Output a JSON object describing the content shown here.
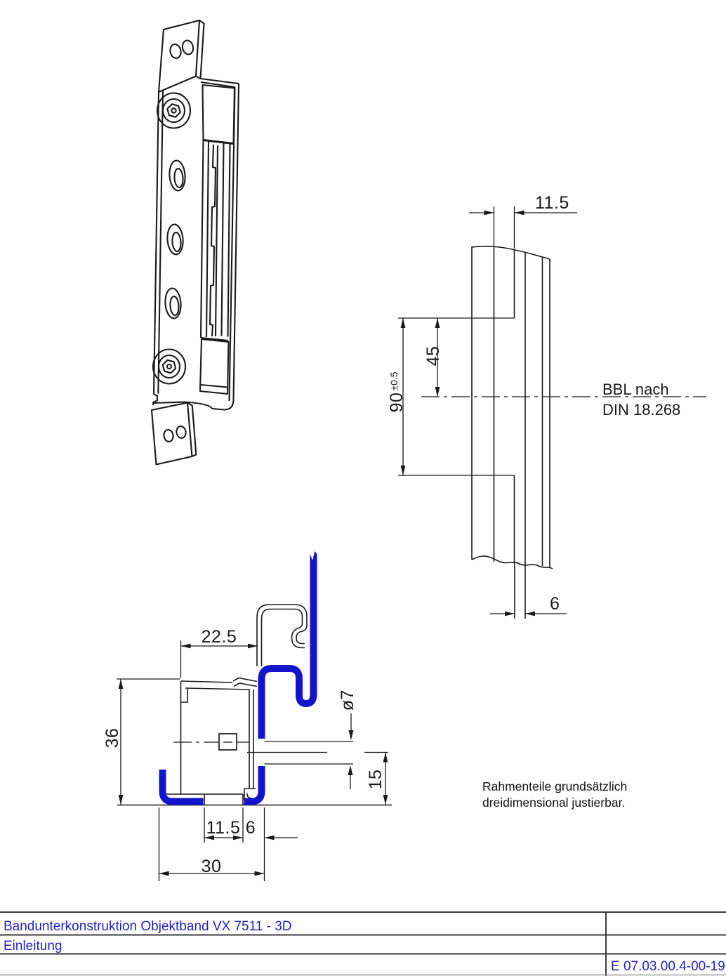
{
  "colors": {
    "line": "#1a1a1a",
    "blue": "#1414cd",
    "textblue": "#2222c8",
    "note": "#111111"
  },
  "right_view": {
    "dim_top": "11.5",
    "dim_height": "90",
    "dim_height_tol": "±0.5",
    "dim_inner": "45",
    "dim_bottom": "6",
    "ref_line1": "BBL nach",
    "ref_line2": "DIN 18.268"
  },
  "section_view": {
    "dim_offset": "22.5",
    "dim_height": "36",
    "dim_hole": "ø7",
    "dim_hole_offset": "15",
    "dim_opening": "11.5",
    "dim_thickness": "6",
    "dim_width": "30"
  },
  "note": {
    "line1": "Rahmenteile grundsätzlich",
    "line2": "dreidimensional justierbar."
  },
  "footer": {
    "title": "Bandunterkonstruktion Objektband VX 7511 - 3D",
    "section": "Einleitung",
    "doc_number": "E 07.03.00.4-00-19"
  }
}
